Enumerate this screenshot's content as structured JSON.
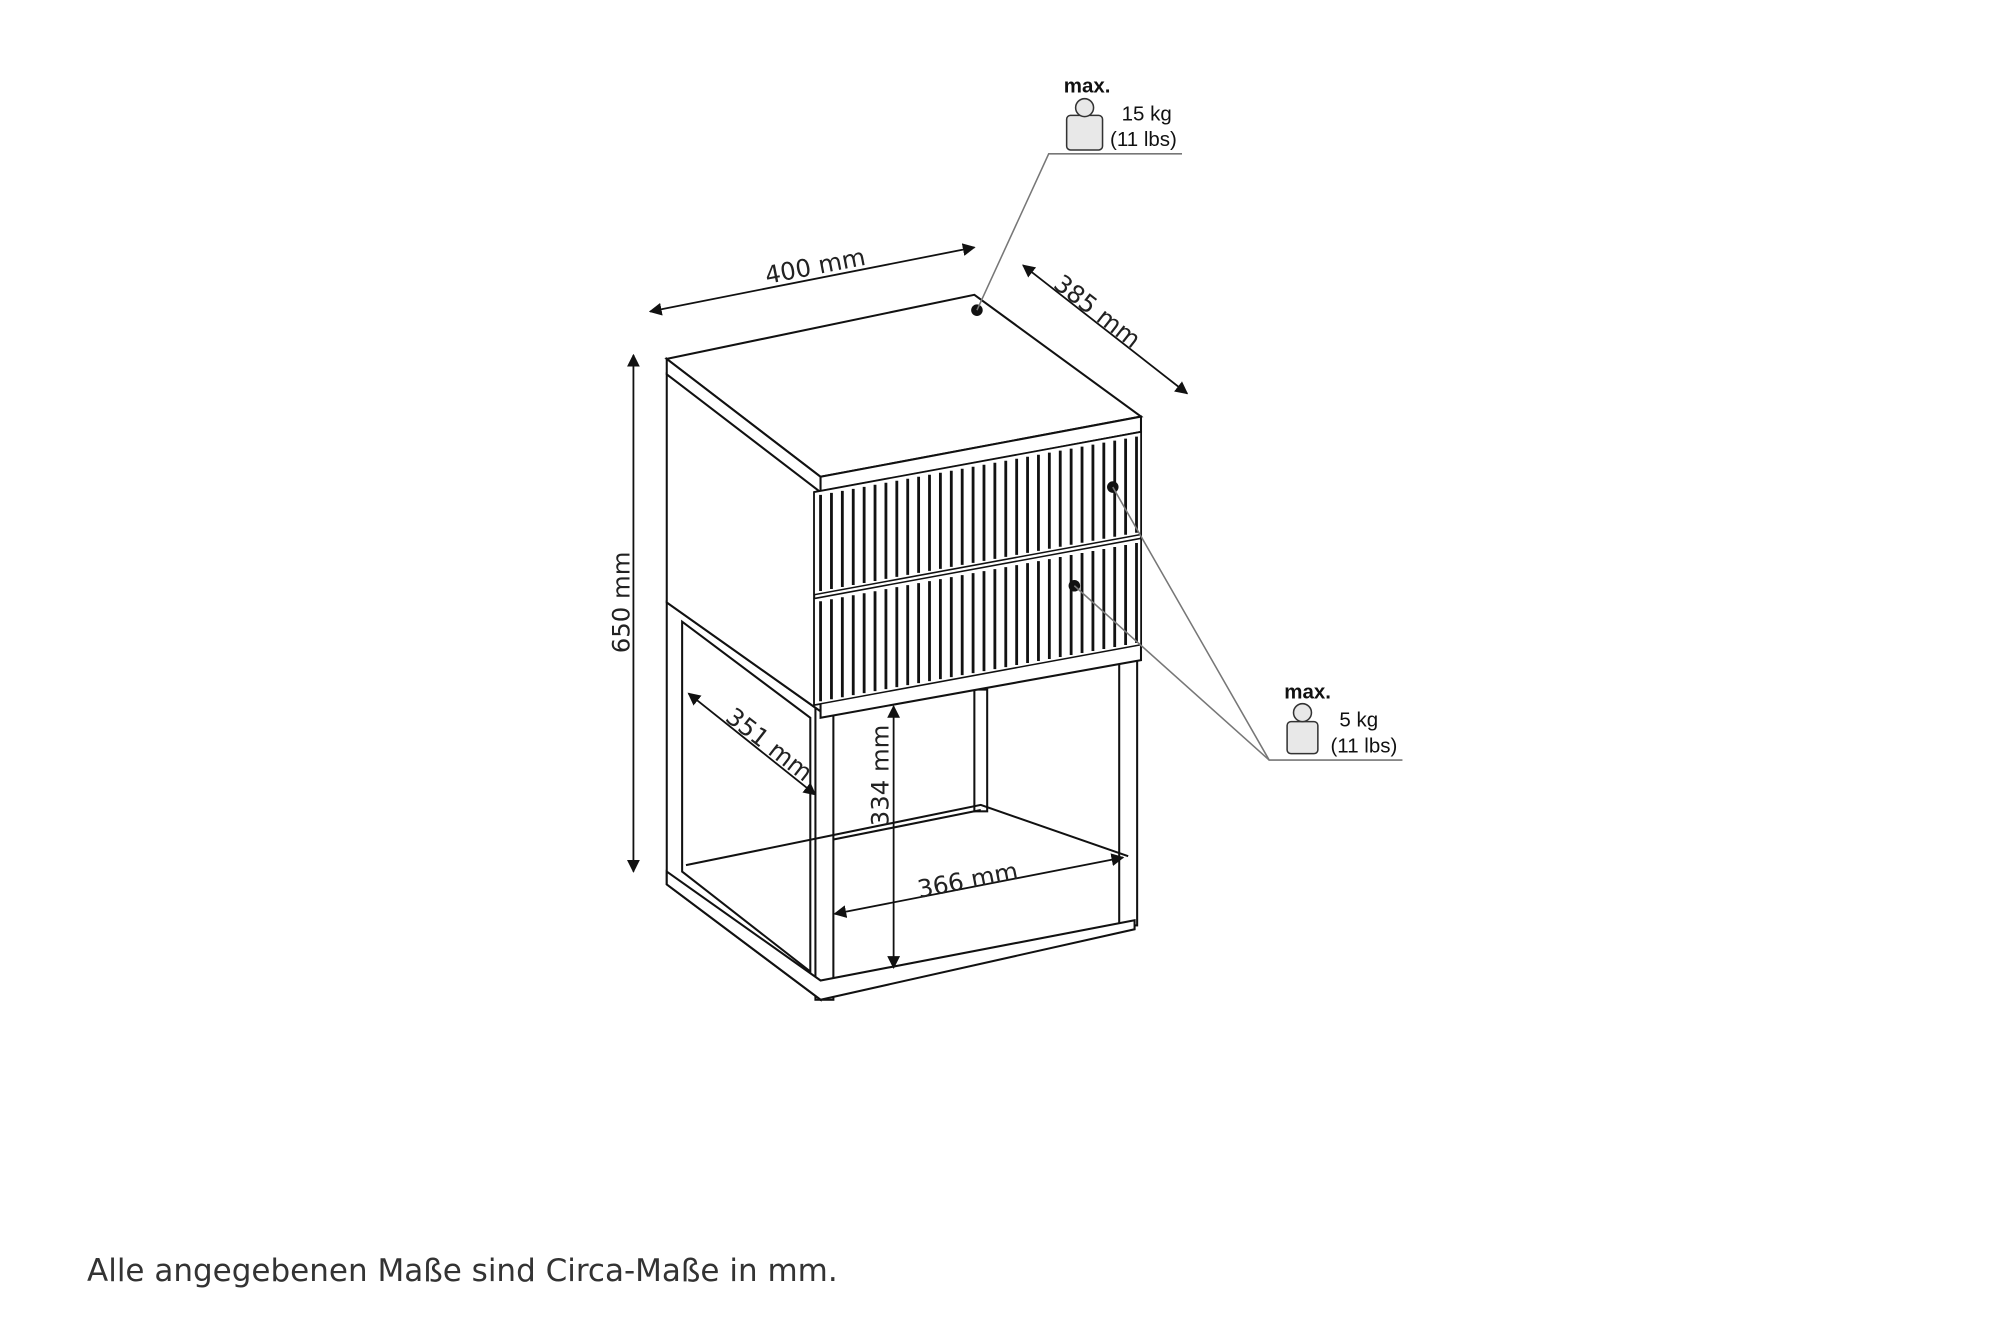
{
  "dimensions": {
    "width": "400 mm",
    "depth": "385 mm",
    "height": "650 mm",
    "inner_depth": "351 mm",
    "inner_height": "334 mm",
    "inner_width": "366 mm"
  },
  "load_top": {
    "label": "max.",
    "kg": "15 kg",
    "lbs": "(11 lbs)"
  },
  "load_drawer": {
    "label": "max.",
    "kg": "5 kg",
    "lbs": "(11 lbs)"
  },
  "footer": "Alle angegebenen Maße sind Circa-Maße in mm.",
  "colors": {
    "line": "#111111",
    "text": "#333333",
    "leader": "#777777"
  }
}
